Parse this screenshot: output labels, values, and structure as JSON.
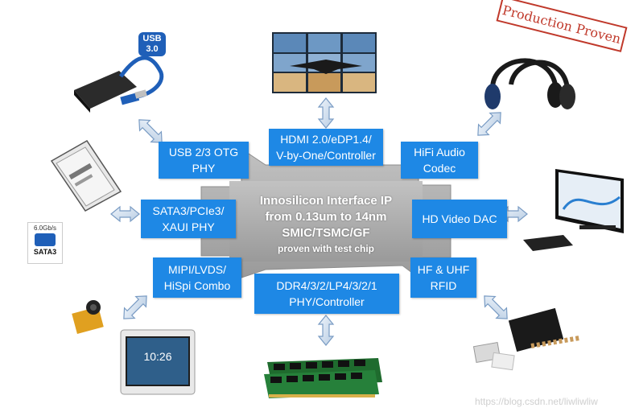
{
  "stamp": "Production Proven",
  "watermark": "https://blog.csdn.net/liwliwliw",
  "center": {
    "line1": "Innosilicon Interface IP",
    "line2": "from 0.13um to 14nm",
    "line3": "SMIC/TSMC/GF",
    "line4": "proven with test chip"
  },
  "boxes": {
    "usb": [
      "USB 2/3 OTG",
      "PHY"
    ],
    "hdmi": [
      "HDMI 2.0/eDP1.4/",
      "V-by-One/Controller"
    ],
    "audio": [
      "HiFi Audio",
      "Codec"
    ],
    "sata": [
      "SATA3/PCIe3/",
      "XAUI PHY"
    ],
    "video": [
      "HD Video DAC"
    ],
    "mipi": [
      "MIPI/LVDS/",
      "HiSpi Combo"
    ],
    "ddr": [
      "DDR4/3/2/LP4/3/2/1",
      "PHY/Controller"
    ],
    "rfid": [
      "HF & UHF",
      "RFID"
    ]
  },
  "images": {
    "usb_badge_line1": "USB",
    "usb_badge_line2": "3.0",
    "sata_speed": "6.0Gb/s",
    "sata_label": "SATA3"
  },
  "colors": {
    "box": "#1e88e5",
    "chip": "#a9a9a9",
    "stamp": "#c0392b"
  }
}
